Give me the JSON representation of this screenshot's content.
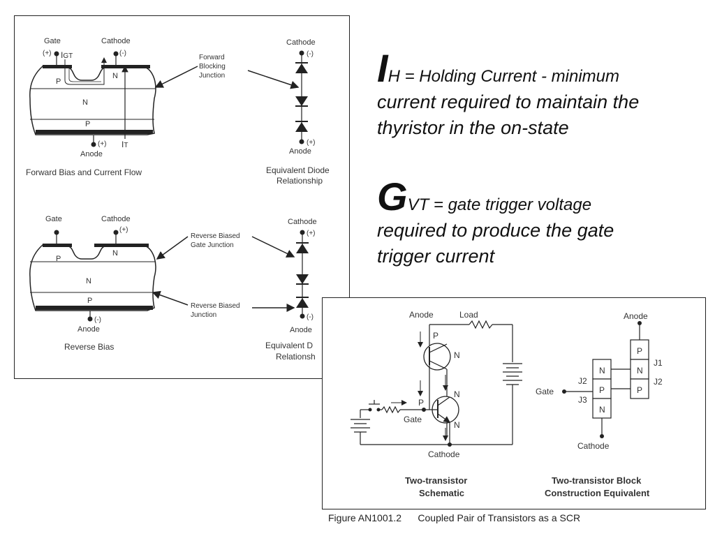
{
  "forward": {
    "gate": "Gate",
    "cathode": "Cathode",
    "gate_sign": "(+)",
    "igt": "I",
    "igt_sub": "GT",
    "cathode_sign": "(-)",
    "p_top": "P",
    "n_top": "N",
    "n_mid": "N",
    "p_bot": "P",
    "anode": "Anode",
    "anode_sign": "(+)",
    "it": "I",
    "it_sub": "T",
    "junction_line1": "Forward",
    "junction_line2": "Blocking",
    "junction_line3": "Junction",
    "title": "Forward Bias and Current Flow",
    "diode_cathode": "Cathode",
    "diode_cathode_sign": "(-)",
    "diode_anode": "Anode",
    "diode_anode_sign": "(+)",
    "diode_title_line1": "Equivalent Diode",
    "diode_title_line2": "Relationship"
  },
  "reverse": {
    "gate": "Gate",
    "cathode": "Cathode",
    "cathode_sign": "(+)",
    "p_top": "P",
    "n_top": "N",
    "n_mid": "N",
    "p_bot": "P",
    "anode": "Anode",
    "anode_sign": "(-)",
    "gate_junction_line1": "Reverse Biased",
    "gate_junction_line2": "Gate Junction",
    "junction_line1": "Reverse Biased",
    "junction_line2": "Junction",
    "title": "Reverse Bias",
    "diode_cathode": "Cathode",
    "diode_cathode_sign": "(+)",
    "diode_anode": "Anode",
    "diode_anode_sign": "(-)",
    "diode_title_line1": "Equivalent D",
    "diode_title_line2": "Relationsh"
  },
  "notes": {
    "holding_letter": "I",
    "holding_sub": "H",
    "holding_line1": " = Holding Current - minimum",
    "holding_line2": "current required to maintain the",
    "holding_line3": "thyristor in the on-state",
    "gate_letter": "G",
    "gate_sub": "VT",
    "gate_line1": " = gate trigger voltage",
    "gate_line2": "required to produce the gate",
    "gate_line3": "trigger current"
  },
  "schematic": {
    "anode": "Anode",
    "load": "Load",
    "p1": "P",
    "n1": "N",
    "p2": "P",
    "n2": "N",
    "n3": "N",
    "gate": "Gate",
    "cathode": "Cathode",
    "title_line1": "Two-transistor",
    "title_line2": "Schematic"
  },
  "block": {
    "anode": "Anode",
    "gate": "Gate",
    "cathode": "Cathode",
    "j1": "J1",
    "j2_left": "J2",
    "j2_right": "J2",
    "j3": "J3",
    "left_n1": "N",
    "left_p": "P",
    "left_n2": "N",
    "right_p1": "P",
    "right_n": "N",
    "right_p2": "P",
    "title_line1": "Two-transistor Block",
    "title_line2": "Construction Equivalent"
  },
  "caption": "Figure AN1001.2      Coupled Pair of Transistors as a SCR"
}
